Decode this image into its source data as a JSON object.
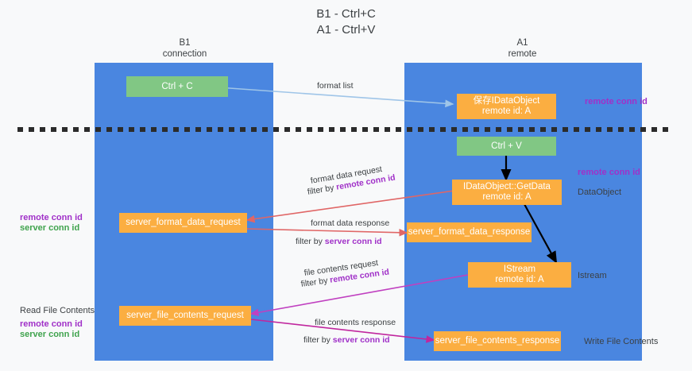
{
  "title": {
    "line1": "B1 - Ctrl+C",
    "line2": "A1 - Ctrl+V"
  },
  "columns": [
    {
      "id": "b1",
      "name": "B1",
      "role": "connection",
      "color": "#4a86e0"
    },
    {
      "id": "a1",
      "name": "A1",
      "role": "remote",
      "color": "#4a86e0"
    }
  ],
  "colors": {
    "lane": "#4a86e0",
    "green_node": "#81c784",
    "orange_node": "#fbae41",
    "purple_text": "#a030c8",
    "green_text": "#3fa34d",
    "format_arrow": "#9fc5e8",
    "format_data_arrow": "#e06666",
    "istream_arrow": "#000000",
    "file_arrow": "#c040c0",
    "file_response_arrow": "#c0269e",
    "divider": "#2b2b2b",
    "background": "#f8f9fa"
  },
  "nodes": {
    "ctrl_c": "Ctrl + C",
    "ctrl_v": "Ctrl + V",
    "save_idataobject_l1": "保存IDataObject",
    "save_idataobject_l2": "remote id: A",
    "getdata_l1": "IDataObject::GetData",
    "getdata_l2": "remote id: A",
    "istream_l1": "IStream",
    "istream_l2": "remote id: A",
    "server_format_data_request": "server_format_data_request",
    "server_format_data_response": "server_format_data_response",
    "server_file_contents_request": "server_file_contents_request",
    "server_file_contents_response": "server_file_contents_response"
  },
  "right_labels": {
    "remote_conn_id_top": "remote conn id",
    "remote_conn_id_mid": "remote conn id",
    "dataobject": "DataObject",
    "istream": "Istream",
    "write_file_contents": "Write File Contents"
  },
  "left_labels": {
    "remote_conn_id_1": "remote conn id",
    "server_conn_id_1": "server conn id",
    "read_file_contents": "Read File Contents",
    "remote_conn_id_2": "remote conn id",
    "server_conn_id_2": "server conn id"
  },
  "edges": {
    "format_list": "format list",
    "format_data_request": "format data request",
    "format_data_request_filter_prefix": "filter by ",
    "format_data_request_filter_key": "remote conn id",
    "format_data_response": "format data response",
    "format_data_response_filter_prefix": "filter by ",
    "format_data_response_filter_key": "server conn id",
    "file_contents_request": "file contents request",
    "file_contents_request_filter_prefix": "filter by ",
    "file_contents_request_filter_key": "remote conn id",
    "file_contents_response": "file contents response",
    "file_contents_response_filter_prefix": "filter by ",
    "file_contents_response_filter_key": "server conn id"
  }
}
